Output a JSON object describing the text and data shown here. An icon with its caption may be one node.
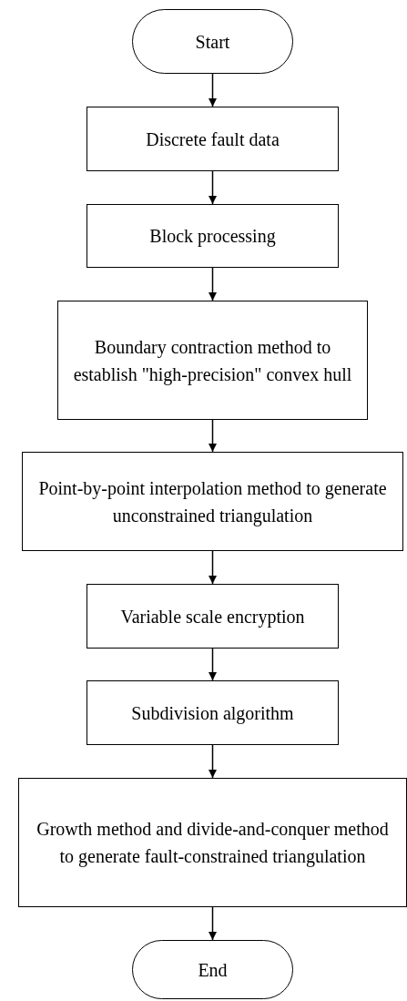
{
  "diagram": {
    "nodes": [
      {
        "text": [
          "Start"
        ]
      },
      {
        "text": [
          "Discrete fault data"
        ]
      },
      {
        "text": [
          "Block processing"
        ]
      },
      {
        "text": [
          "Boundary contraction method to establish \"high-precision\" convex hull"
        ]
      },
      {
        "text": [
          "Point-by-point interpolation method to generate unconstrained triangulation"
        ]
      },
      {
        "text": [
          "Variable scale encryption"
        ]
      },
      {
        "text": [
          "Subdivision algorithm"
        ]
      },
      {
        "text": [
          "Growth method and divide-and-conquer method to generate fault-constrained triangulation"
        ]
      },
      {
        "text": [
          "End"
        ]
      }
    ],
    "edges": [
      {
        "from": 0,
        "to": 1,
        "arrow": "to"
      },
      {
        "from": 1,
        "to": 2,
        "arrow": "to"
      },
      {
        "from": 2,
        "to": 3,
        "arrow": "to"
      },
      {
        "from": 3,
        "to": 4,
        "arrow": "to"
      },
      {
        "from": 4,
        "to": 5,
        "arrow": "to"
      },
      {
        "from": 5,
        "to": 6,
        "arrow": "to"
      },
      {
        "from": 6,
        "to": 7,
        "arrow": "to"
      },
      {
        "from": 7,
        "to": 8,
        "arrow": "to"
      }
    ]
  }
}
